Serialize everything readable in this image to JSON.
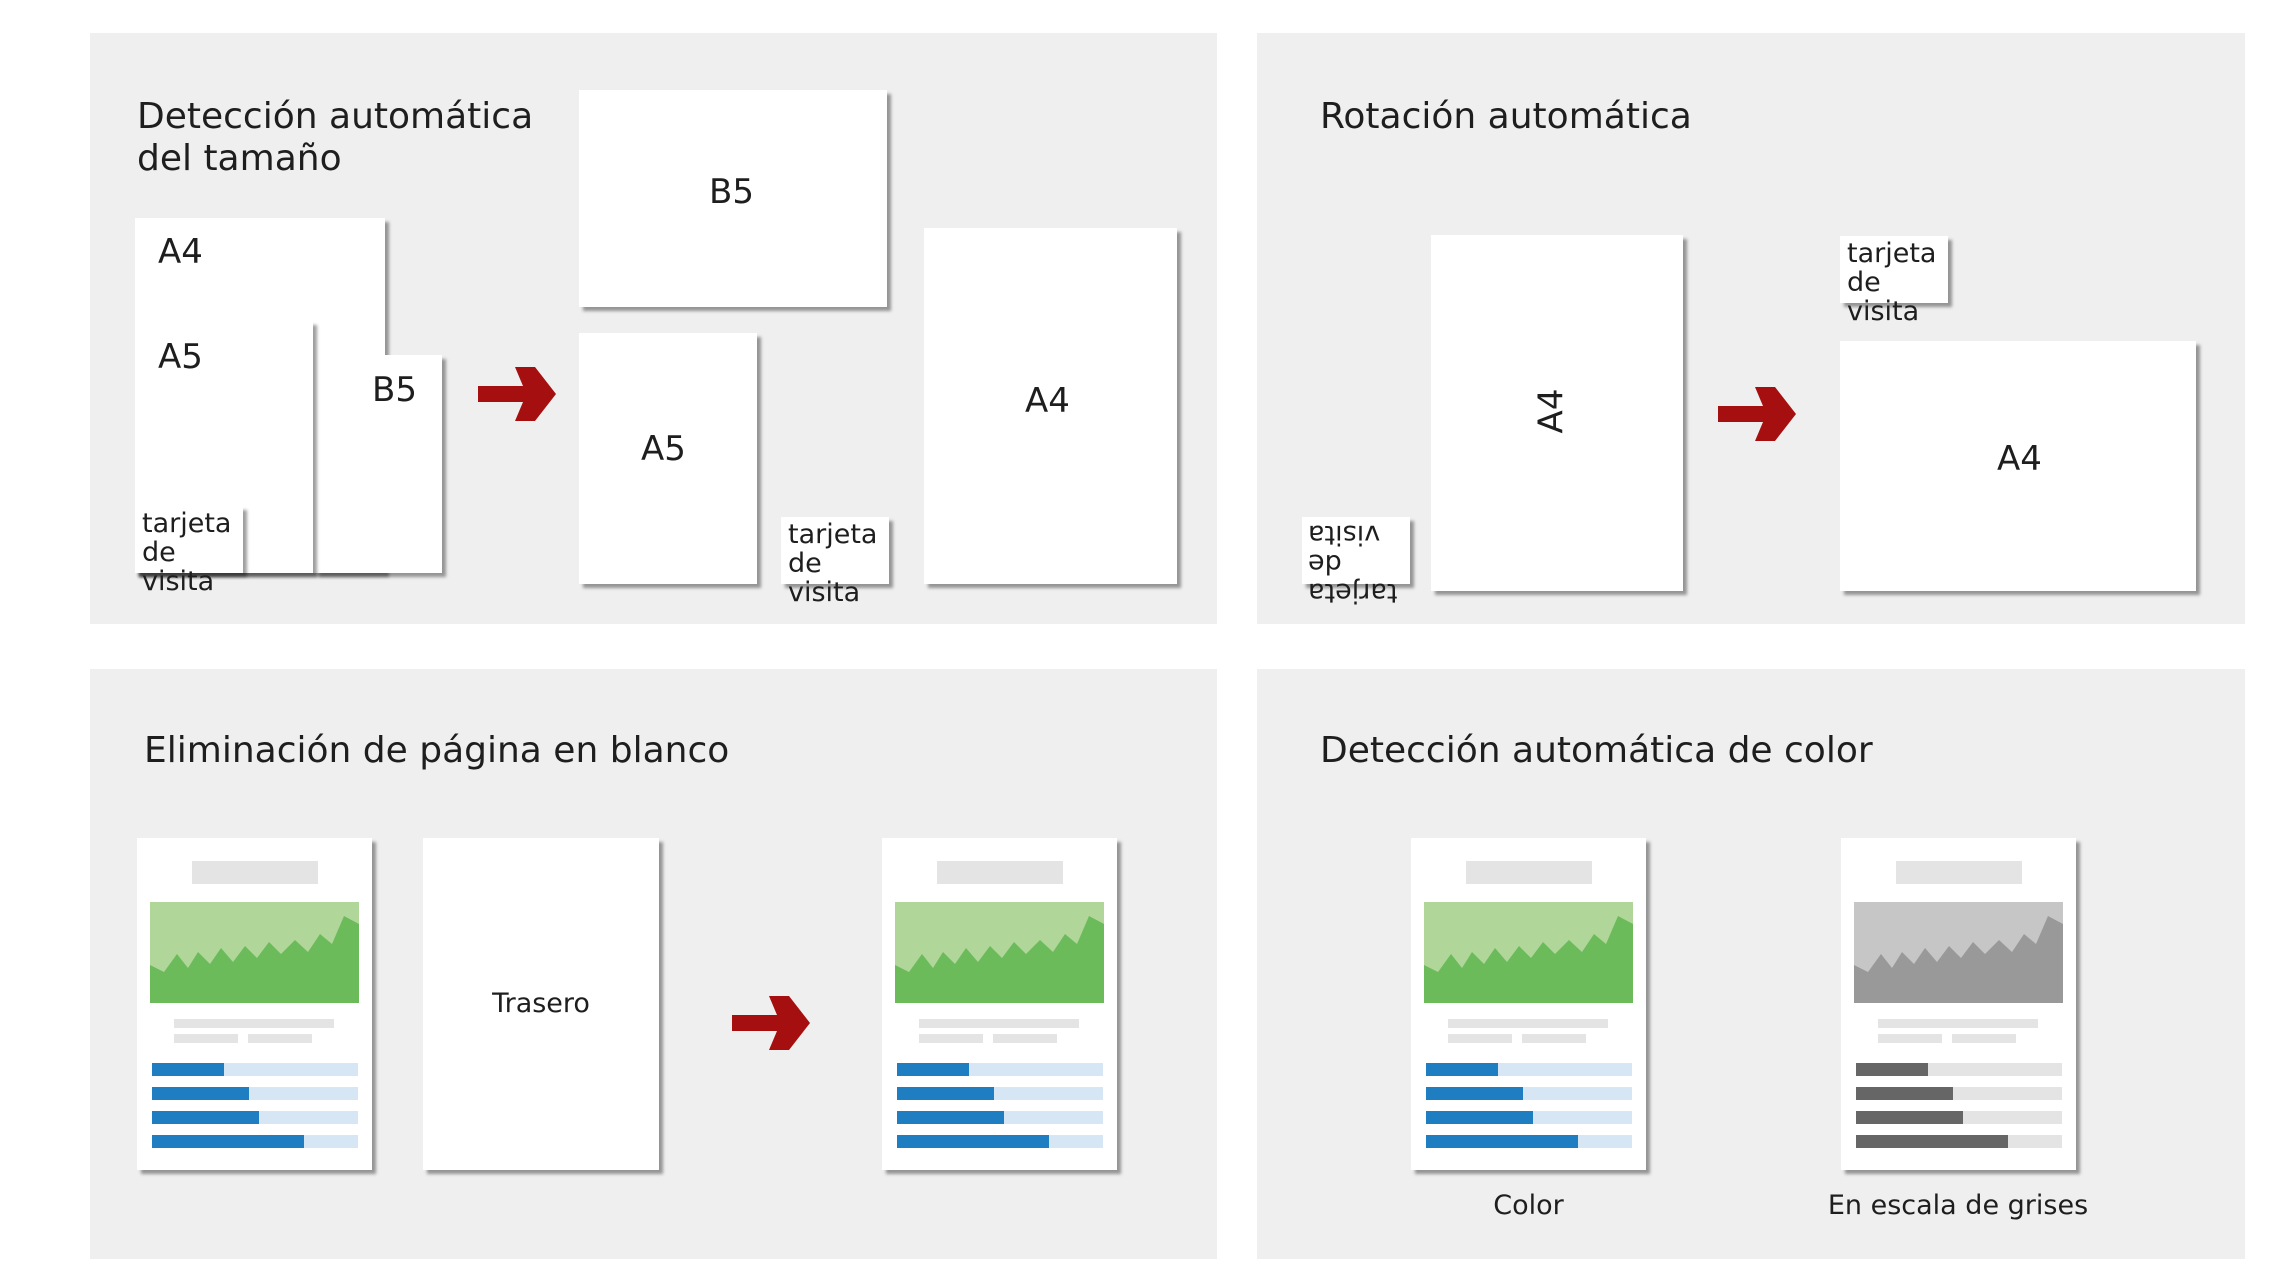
{
  "colors": {
    "panel_bg": "#efefef",
    "page_bg": "#ffffff",
    "arrow": "#a50f0f",
    "placeholder": "#e4e4e4",
    "chart_light_color": "#b0d69a",
    "chart_dark_color": "#6cbb5b",
    "chart_light_gray": "#c6c6c6",
    "chart_dark_gray": "#999999",
    "bar_color": "#1f7dc2",
    "bar_track_color": "#d6e6f5",
    "bar_gray": "#666666",
    "bar_track_gray": "#e4e4e4"
  },
  "size_detection": {
    "title_line1": "Detección automática",
    "title_line2": "del tamaño",
    "stack": {
      "a4": "A4",
      "a5": "A5",
      "b5": "B5",
      "card_line1": "tarjeta",
      "card_line2": "de visita"
    },
    "result": {
      "b5": "B5",
      "a5": "A5",
      "a4": "A4",
      "card_line1": "tarjeta",
      "card_line2": "de visita"
    }
  },
  "rotation": {
    "title": "Rotación automática",
    "input_card_line1": "tarjeta",
    "input_card_line2": "de visita",
    "input_page": "A4",
    "output_card_line1": "tarjeta",
    "output_card_line2": "de visita",
    "output_page": "A4"
  },
  "blank_removal": {
    "title": "Eliminación de página en blanco",
    "blank_page_label": "Trasero"
  },
  "color_detection": {
    "title": "Detección automática de color",
    "color_caption": "Color",
    "gray_caption": "En escala de grises"
  },
  "document_bars": [
    0.35,
    0.47,
    0.52,
    0.74
  ],
  "icons": [
    "arrow-right-icon"
  ]
}
